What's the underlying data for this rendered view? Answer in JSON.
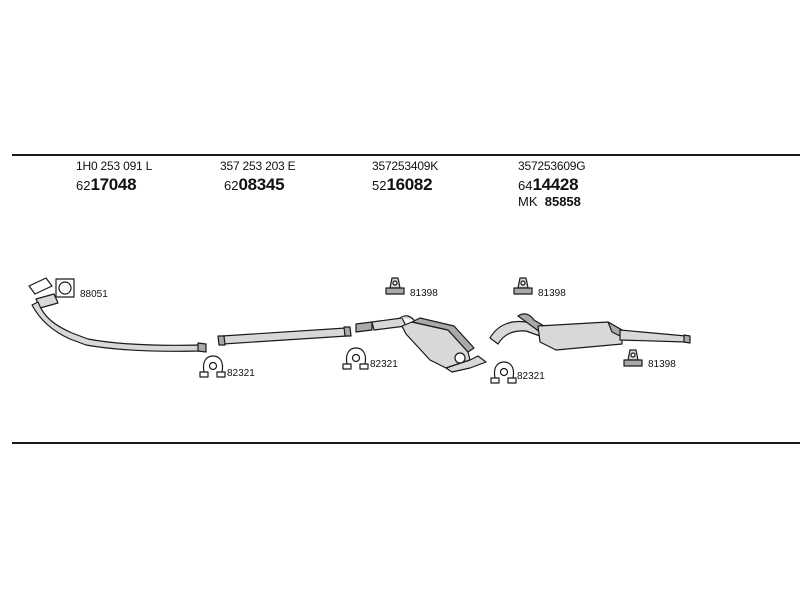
{
  "groups": [
    {
      "ref": "1H0 253 091 L",
      "prefix": "62",
      "number": "17048"
    },
    {
      "ref": "357 253 203 E",
      "prefix": "62",
      "number": "08345"
    },
    {
      "ref": "357253409K",
      "prefix": "52",
      "number": "16082"
    },
    {
      "ref": "357253609G",
      "prefix": "64",
      "number": "14428",
      "extra_prefix": "MK",
      "extra_number": "85858"
    }
  ],
  "component_codes": {
    "gasket": "88051",
    "clamp_1": "82321",
    "clamp_2": "82321",
    "clamp_3": "82321",
    "hanger_1": "81398",
    "hanger_2": "81398",
    "hanger_3": "81398"
  },
  "colors": {
    "line": "#1a1a1a",
    "fill": "#d8d8d8",
    "fill_dark": "#a9a9a9"
  }
}
